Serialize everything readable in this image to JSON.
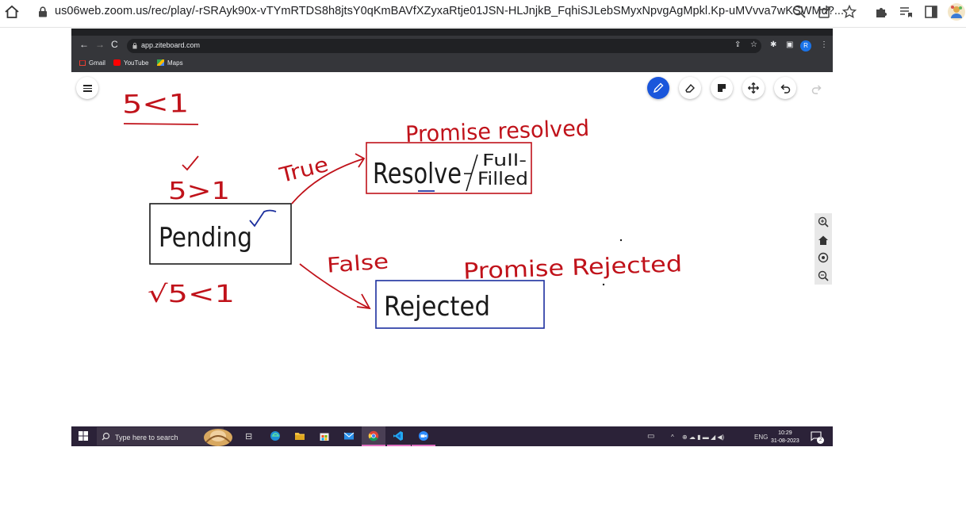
{
  "browser": {
    "url": "us06web.zoom.us/rec/play/-rSRAyk90x-vTYmRTDS8h8jtsY0qKmBAVfXZyxaRtje01JSN-HLJnjkB_FqhiSJLebSMyxNpvgAgMpkl.Kp-uMVvva7wKSWMd?..."
  },
  "inner_browser": {
    "url": "app.ziteboard.com",
    "profile_initial": "R",
    "bookmarks": [
      "Gmail",
      "YouTube",
      "Maps"
    ]
  },
  "whiteboard": {
    "ink_red": "#c0121a",
    "ink_blue": "#1c2f9e",
    "ink_black": "#1a1a1a",
    "accent": "#1a56db",
    "notes": {
      "condition_top": "5<1",
      "condition_true": "5>1",
      "condition_false": "√5<1",
      "label_true": "True",
      "label_false": "False",
      "state_pending": "Pending",
      "state_resolve": "Resolve",
      "state_fullfilled_top": "Full-",
      "state_fullfilled_bottom": "Filled",
      "state_rejected": "Rejected",
      "caption_resolved": "Promise resolved",
      "caption_rejected": "Promise Rejected"
    }
  },
  "taskbar": {
    "search_placeholder": "Type here to search",
    "language": "ENG",
    "time": "10:29",
    "date": "31-08-2023",
    "notification_count": "2"
  }
}
